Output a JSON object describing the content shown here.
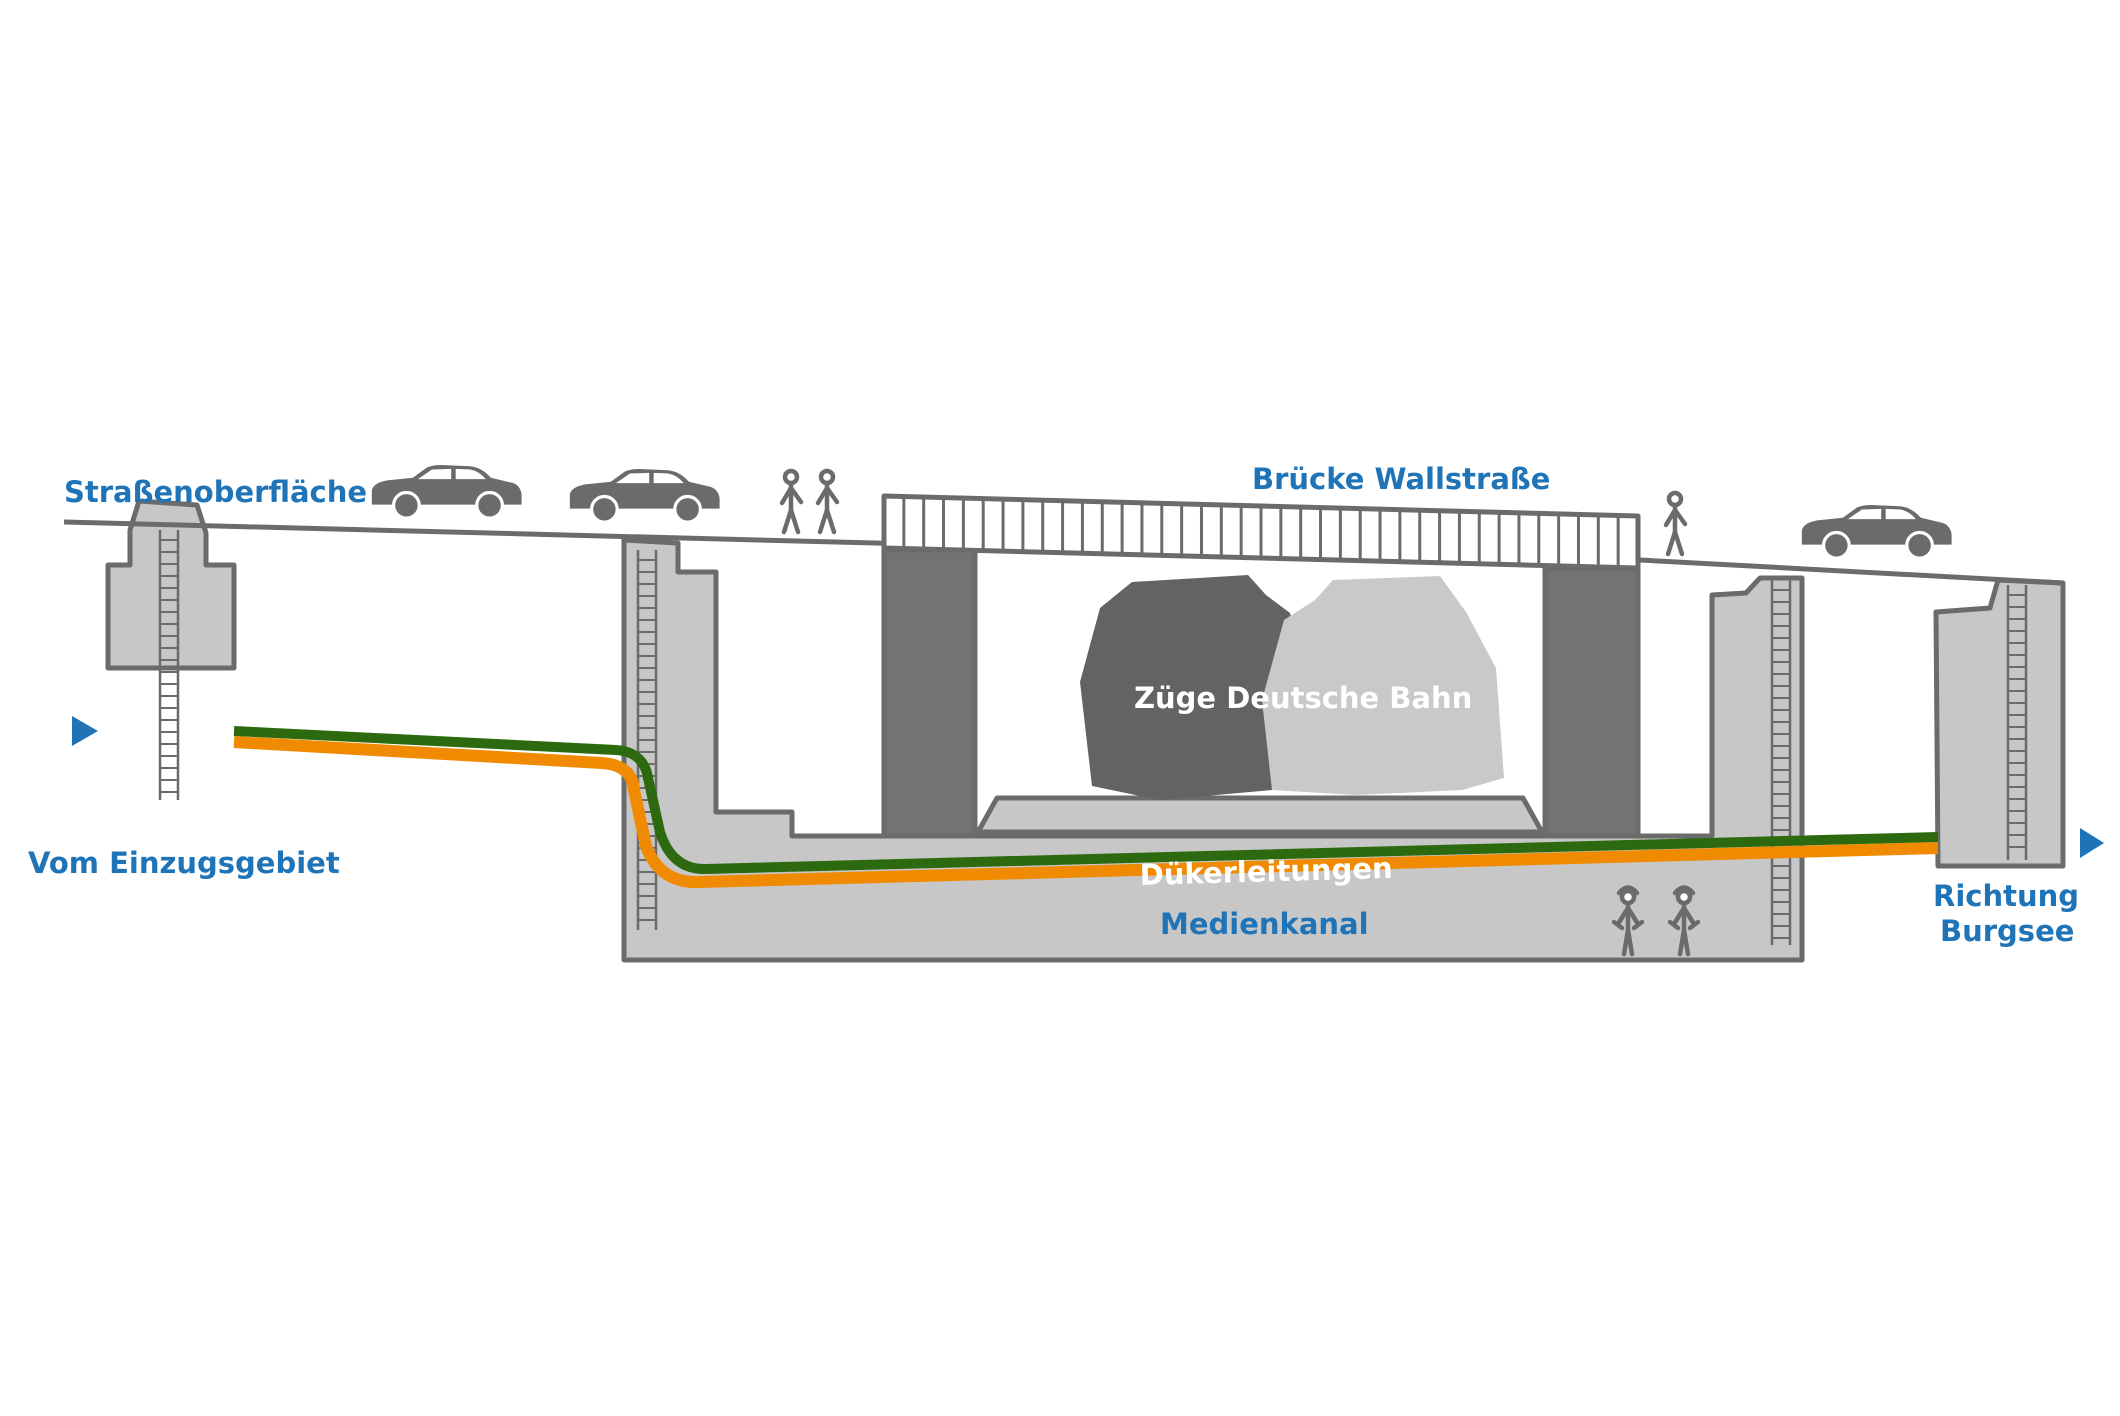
{
  "labels": {
    "road_surface": "Straßenoberfläche",
    "bridge": "Brücke Wallstraße",
    "trains": "Züge Deutsche Bahn",
    "from_catchment": "Vom Einzugsgebiet",
    "culvert_lines": "Dükerleitungen",
    "utility_channel": "Medienkanal",
    "direction_line1": "Richtung",
    "direction_line2": "Burgsee"
  },
  "icons": {
    "car": "car-icon",
    "pedestrian": "pedestrian-icon",
    "worker": "worker-icon",
    "ladder": "ladder-icon",
    "flow_arrow": "flow-arrow-icon"
  },
  "colors": {
    "label_blue": "#1f74b8",
    "outline_gray": "#6b6b6b",
    "concrete": "#c7c7c7",
    "pillar": "#737373",
    "pipe_green": "#2d6a0f",
    "pipe_orange": "#f08a00",
    "train_dark": "#636363",
    "train_light": "#c9c9c9"
  }
}
